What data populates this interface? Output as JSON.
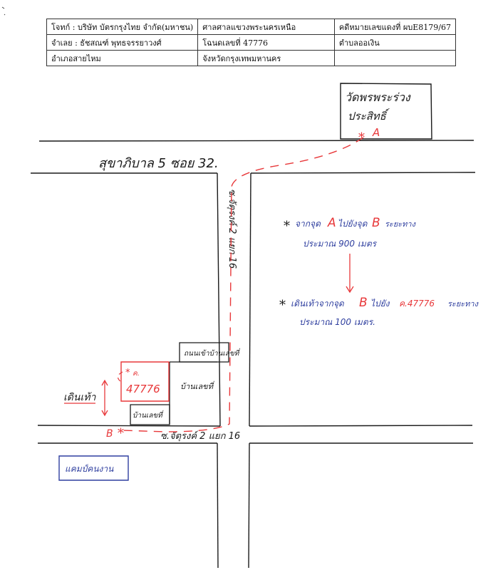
{
  "table": {
    "rows": [
      [
        "โจทก์ : บริษัท บัตรกรุงไทย จำกัด(มหาชน)",
        "ศาลศาลแขวงพระนครเหนือ",
        "คดีหมายเลขแดงที่ ผบE8179/67"
      ],
      [
        "จำเลย : ธัชสณฑ์ พุทธจรรยาวงศ์",
        "โฉนดเลขที่    47776",
        "ตำบลออเงิน"
      ],
      [
        "อำเภอสายไหม",
        "จังหวัดกรุงเทพมหานคร",
        ""
      ]
    ]
  },
  "map": {
    "landmark_temple": [
      "วัดพรพระร่วง",
      "ประสิทธิ์"
    ],
    "road_main": "สุขาภิบาล 5 ซอย 32.",
    "road_side_vertical": "ซ.จัตุรงค์ 2 แยก 16",
    "road_bottom": "ซ.จัตุรงค์ 2 แยก 16",
    "point_a": "A",
    "point_b": "B",
    "note1_prefix": "จากจุด",
    "note1_a": "A",
    "note1_mid": "ไปยังจุด",
    "note1_b": "B",
    "note1_suffix": "ระยะทาง",
    "note1_line2": "ประมาณ 900 เมตร",
    "note2_prefix": "เดินเท้าจากจุด",
    "note2_b": "B",
    "note2_mid": "ไปยัง",
    "note2_target": "ค.47776",
    "note2_suffix": "ระยะทาง",
    "note2_line2": "ประมาณ 100 เมตร.",
    "star": "*",
    "house_top_label": "ถนนเข้าบ้านเลขที่",
    "house_mid_label": "บ้านเลขที่",
    "house_small_label": "บ้านเลขที่",
    "plot_prefix": "ค.",
    "plot_number": "47776",
    "walk_label": "เดินเท้า",
    "blue_box_label": "แคมป์คนงาน"
  },
  "colors": {
    "red": "#e8383a",
    "blue": "#2f3f9f",
    "ink": "#1a1a1a"
  }
}
